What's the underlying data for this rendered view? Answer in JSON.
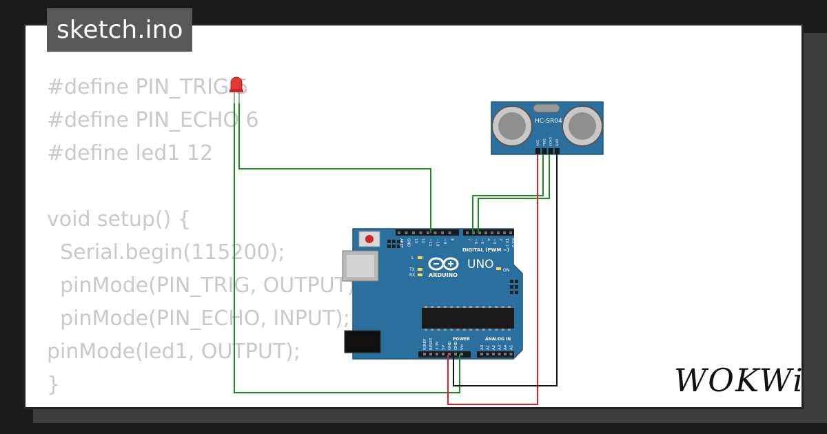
{
  "tab": {
    "filename": "sketch.ino"
  },
  "code": {
    "lines": [
      "#define PIN_TRIG 5",
      "#define PIN_ECHO 6",
      "#define led1 12",
      "",
      "void setup() {",
      "  Serial.begin(115200);",
      "  pinMode(PIN_TRIG, OUTPUT);",
      "  pinMode(PIN_ECHO, INPUT);",
      "pinMode(led1, OUTPUT);",
      "}"
    ]
  },
  "board": {
    "brand": "ARDUINO",
    "model": "UNO",
    "digital_header_label": "DIGITAL (PWM ~)",
    "power_header_label": "POWER",
    "analog_header_label": "ANALOG IN",
    "on_label": "ON",
    "tx_label": "TX",
    "rx_label": "RX",
    "l_label": "L",
    "digital_pins": [
      "AREF",
      "GND",
      "13",
      "12",
      "~11",
      "~10",
      "~9",
      "8",
      "7",
      "~6",
      "~5",
      "4",
      "~3",
      "2",
      "TX 1",
      "RX 0"
    ],
    "power_pins": [
      "IOREF",
      "RESET",
      "3.3V",
      "5V",
      "GND",
      "GND",
      "Vin"
    ],
    "analog_pins": [
      "A0",
      "A1",
      "A2",
      "A3",
      "A4",
      "A5"
    ],
    "color": "#2b6f9e"
  },
  "sensor": {
    "model": "HC-SR04",
    "pins": [
      "VCC",
      "TRIG",
      "ECHO",
      "GND"
    ],
    "color": "#2b6f9e"
  },
  "led": {
    "color": "#e53935"
  },
  "wires": {
    "green": "#1e8a1e",
    "red": "#e02020",
    "black": "#111111"
  },
  "logo": {
    "text": "WOKWi"
  }
}
